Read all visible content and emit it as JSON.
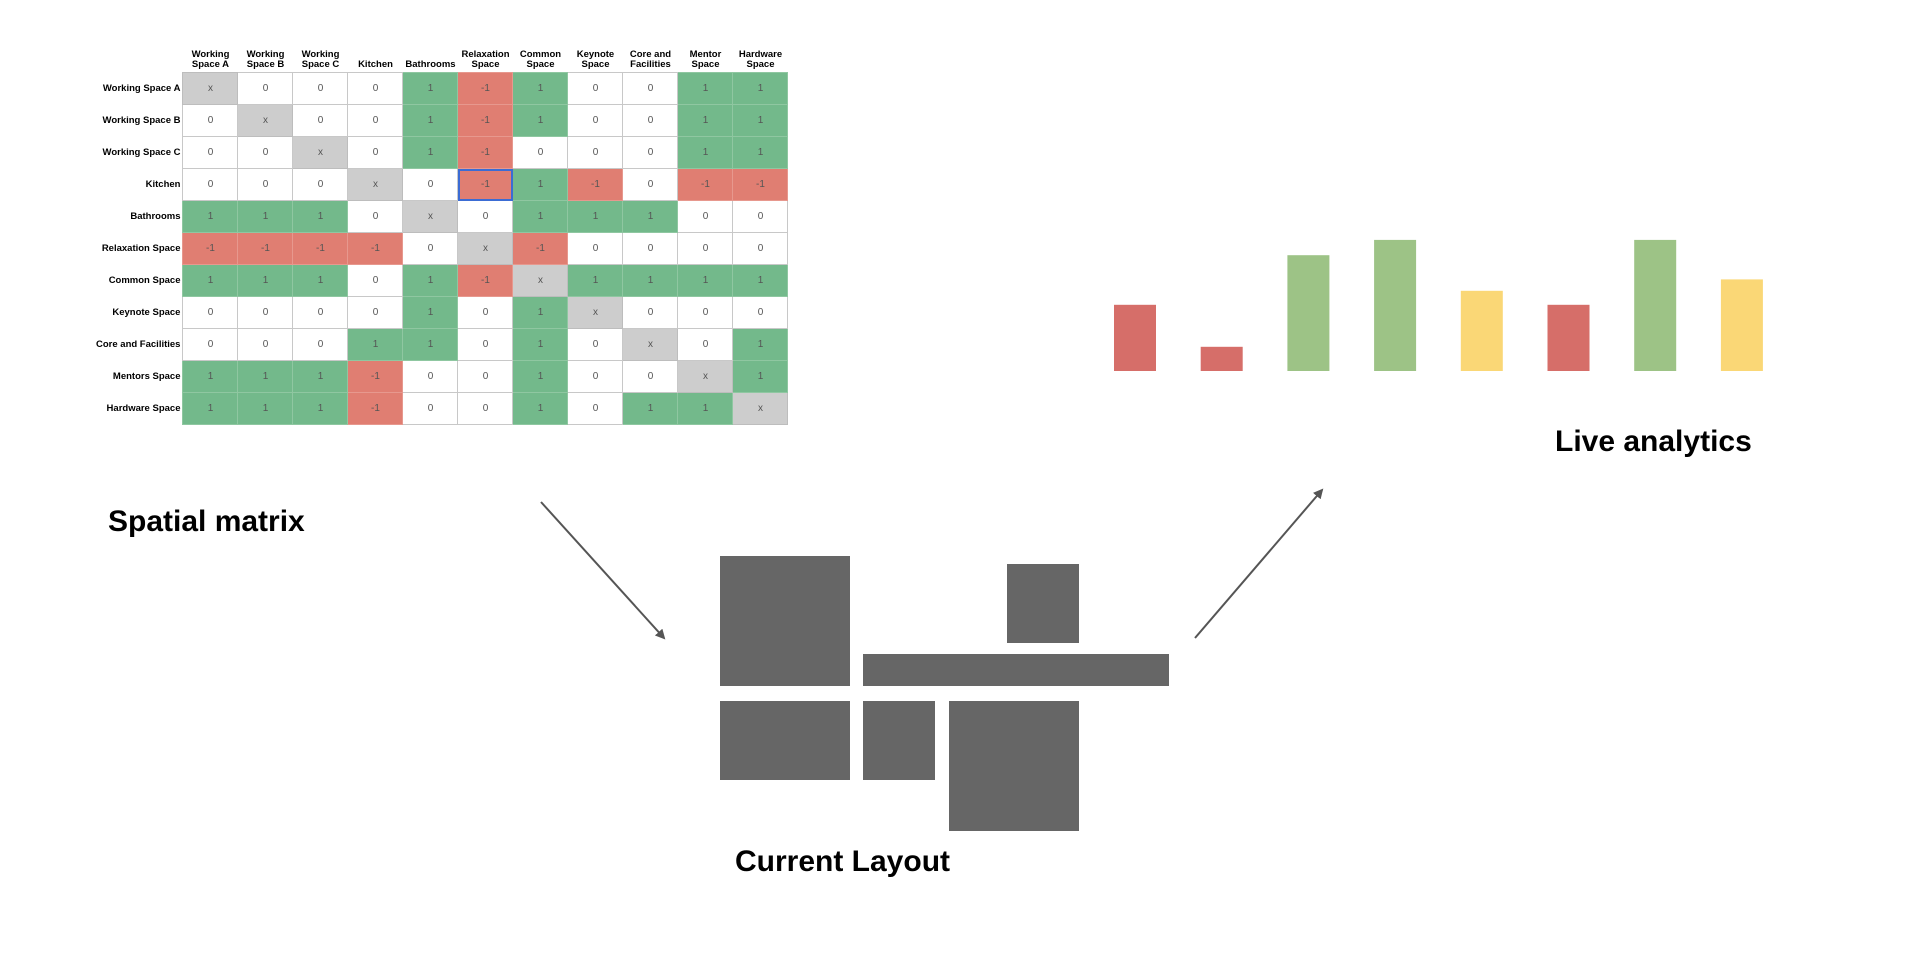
{
  "matrix": {
    "title": "Spatial matrix",
    "columns": [
      "Working Space A",
      "Working Space B",
      "Working Space C",
      "Kitchen",
      "Bathrooms",
      "Relaxation Space",
      "Common Space",
      "Keynote Space",
      "Core and Facilities",
      "Mentor Space",
      "Hardware Space"
    ],
    "rows": [
      {
        "label": "Working Space A",
        "values": [
          "x",
          "0",
          "0",
          "0",
          "1",
          "-1",
          "1",
          "0",
          "0",
          "1",
          "1"
        ]
      },
      {
        "label": "Working Space B",
        "values": [
          "0",
          "x",
          "0",
          "0",
          "1",
          "-1",
          "1",
          "0",
          "0",
          "1",
          "1"
        ]
      },
      {
        "label": "Working Space C",
        "values": [
          "0",
          "0",
          "x",
          "0",
          "1",
          "-1",
          "0",
          "0",
          "0",
          "1",
          "1"
        ]
      },
      {
        "label": "Kitchen",
        "values": [
          "0",
          "0",
          "0",
          "x",
          "0",
          "-1",
          "1",
          "-1",
          "0",
          "-1",
          "-1"
        ]
      },
      {
        "label": "Bathrooms",
        "values": [
          "1",
          "1",
          "1",
          "0",
          "x",
          "0",
          "1",
          "1",
          "1",
          "0",
          "0"
        ]
      },
      {
        "label": "Relaxation Space",
        "values": [
          "-1",
          "-1",
          "-1",
          "-1",
          "0",
          "x",
          "-1",
          "0",
          "0",
          "0",
          "0"
        ]
      },
      {
        "label": "Common Space",
        "values": [
          "1",
          "1",
          "1",
          "0",
          "1",
          "-1",
          "x",
          "1",
          "1",
          "1",
          "1"
        ]
      },
      {
        "label": "Keynote Space",
        "values": [
          "0",
          "0",
          "0",
          "0",
          "1",
          "0",
          "1",
          "x",
          "0",
          "0",
          "0"
        ]
      },
      {
        "label": "Core and Facilities",
        "values": [
          "0",
          "0",
          "0",
          "1",
          "1",
          "0",
          "1",
          "0",
          "x",
          "0",
          "1"
        ]
      },
      {
        "label": "Mentors Space",
        "values": [
          "1",
          "1",
          "1",
          "-1",
          "0",
          "0",
          "1",
          "0",
          "0",
          "x",
          "1"
        ]
      },
      {
        "label": "Hardware Space",
        "values": [
          "1",
          "1",
          "1",
          "-1",
          "0",
          "0",
          "1",
          "0",
          "1",
          "1",
          "x"
        ]
      }
    ],
    "selected_cell": {
      "row": 3,
      "col": 5
    },
    "colors": {
      "positive": "#73b98b",
      "negative": "#e07e72",
      "neutral": "#ffffff",
      "diagonal": "#cdcdcd",
      "selection": "#3b6cd4"
    }
  },
  "layout": {
    "title": "Current Layout",
    "block_color": "#666666"
  },
  "analytics": {
    "title": "Live analytics"
  },
  "chart_data": {
    "type": "bar",
    "categories": [
      "",
      "",
      "",
      "",
      "",
      "",
      "",
      ""
    ],
    "values": [
      52,
      19,
      91,
      103,
      63,
      52,
      103,
      72
    ],
    "colors": [
      "#d66e69",
      "#d66e69",
      "#9dc386",
      "#9dc386",
      "#fad776",
      "#d66e69",
      "#9dc386",
      "#fad776"
    ],
    "title": "",
    "xlabel": "",
    "ylabel": "",
    "ylim": [
      0,
      110
    ],
    "grid": false
  },
  "arrows": {
    "color": "#555555"
  }
}
